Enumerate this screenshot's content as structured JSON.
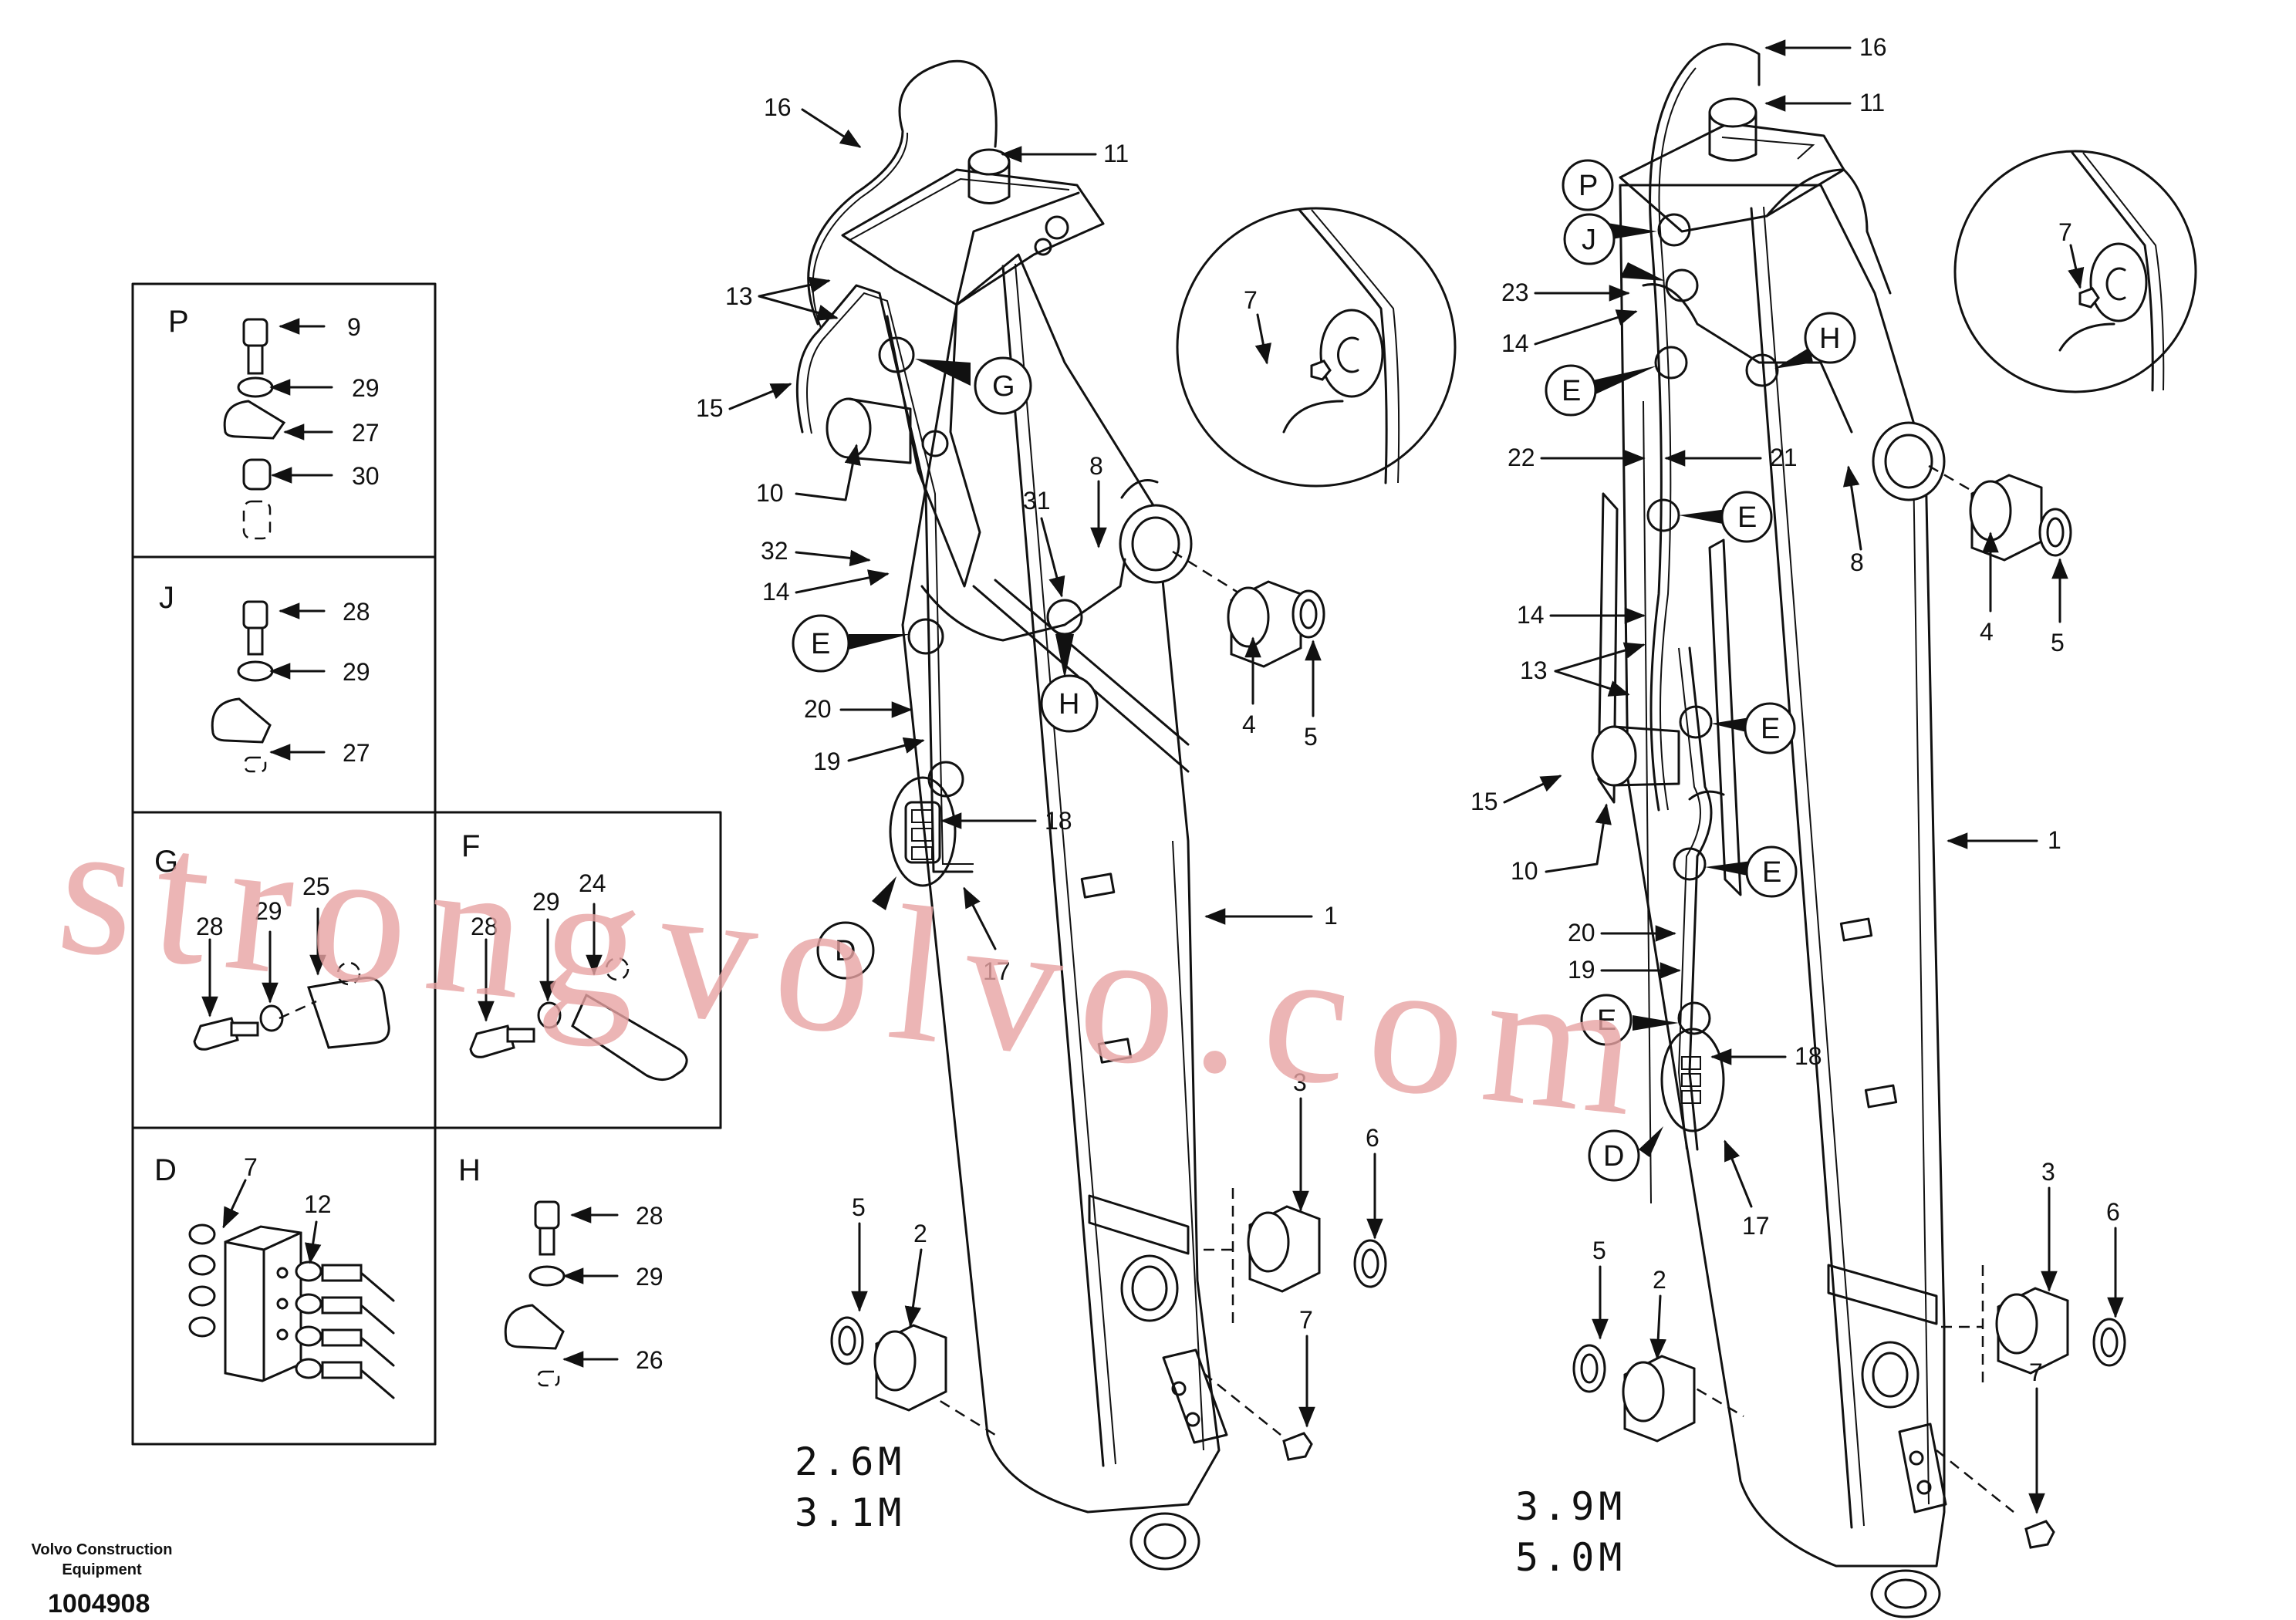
{
  "watermark": "strongvolvo.com",
  "footer": {
    "company_line1": "Volvo Construction",
    "company_line2": "Equipment",
    "drawing_number": "1004908"
  },
  "variants": [
    {
      "line1": "2.6M",
      "line2": "3.1M"
    },
    {
      "line1": "3.9M",
      "line2": "5.0M"
    }
  ],
  "detail_panels": [
    {
      "letter": "P",
      "parts": [
        "9",
        "29",
        "27",
        "30"
      ]
    },
    {
      "letter": "J",
      "parts": [
        "28",
        "29",
        "27"
      ]
    },
    {
      "letter": "G",
      "parts": [
        "28",
        "29",
        "25"
      ]
    },
    {
      "letter": "F",
      "parts": [
        "28",
        "29",
        "24"
      ]
    },
    {
      "letter": "D",
      "parts": [
        "7",
        "12"
      ]
    },
    {
      "letter": "H",
      "parts": [
        "28",
        "29",
        "26"
      ]
    }
  ],
  "callouts": {
    "left_boom": [
      "16",
      "11",
      "13",
      "15",
      "10",
      "32",
      "14",
      "20",
      "19",
      "18",
      "17",
      "31",
      "8",
      "1",
      "4",
      "5",
      "3",
      "6",
      "7",
      "2",
      "5"
    ],
    "left_letters": [
      "G",
      "E",
      "H",
      "D"
    ],
    "left_zoom": [
      "7"
    ],
    "right_boom": [
      "16",
      "11",
      "23",
      "14",
      "22",
      "21",
      "8",
      "14",
      "13",
      "15",
      "10",
      "20",
      "19",
      "18",
      "17",
      "1",
      "4",
      "5",
      "3",
      "6",
      "7",
      "2",
      "5"
    ],
    "right_letters": [
      "P",
      "J",
      "H",
      "E",
      "E",
      "E",
      "E",
      "E",
      "D"
    ],
    "right_zoom": [
      "7"
    ]
  }
}
